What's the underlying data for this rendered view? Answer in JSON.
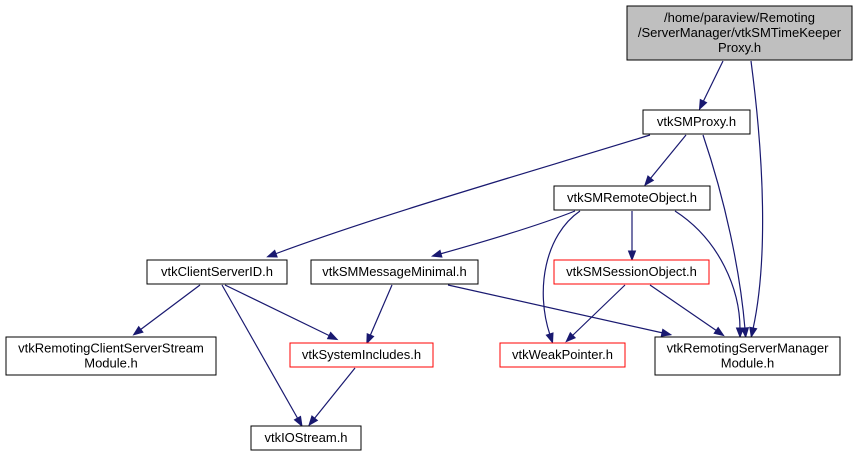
{
  "colors": {
    "edge": "#191970",
    "border_default": "#000000",
    "border_incomplete": "#ff0000",
    "fill_focus": "#bfbfbf",
    "fill_default": "#ffffff"
  },
  "nodes": [
    {
      "id": "timekeeper",
      "lines": [
        "/home/paraview/Remoting",
        "/ServerManager/vtkSMTimeKeeper",
        "Proxy.h"
      ],
      "kind": "focus"
    },
    {
      "id": "smproxy",
      "lines": [
        "vtkSMProxy.h"
      ],
      "kind": "default"
    },
    {
      "id": "remoteobject",
      "lines": [
        "vtkSMRemoteObject.h"
      ],
      "kind": "default"
    },
    {
      "id": "clientserverid",
      "lines": [
        "vtkClientServerID.h"
      ],
      "kind": "default"
    },
    {
      "id": "messageminimal",
      "lines": [
        "vtkSMMessageMinimal.h"
      ],
      "kind": "default"
    },
    {
      "id": "sessionobject",
      "lines": [
        "vtkSMSessionObject.h"
      ],
      "kind": "incomplete"
    },
    {
      "id": "csstreammodule",
      "lines": [
        "vtkRemotingClientServerStream",
        "Module.h"
      ],
      "kind": "default"
    },
    {
      "id": "systemincludes",
      "lines": [
        "vtkSystemIncludes.h"
      ],
      "kind": "incomplete"
    },
    {
      "id": "weakpointer",
      "lines": [
        "vtkWeakPointer.h"
      ],
      "kind": "incomplete"
    },
    {
      "id": "servermanagermodule",
      "lines": [
        "vtkRemotingServerManager",
        "Module.h"
      ],
      "kind": "default"
    },
    {
      "id": "iostream",
      "lines": [
        "vtkIOStream.h"
      ],
      "kind": "default"
    }
  ],
  "edges": [
    {
      "from": "timekeeper",
      "to": "smproxy"
    },
    {
      "from": "timekeeper",
      "to": "servermanagermodule"
    },
    {
      "from": "smproxy",
      "to": "clientserverid"
    },
    {
      "from": "smproxy",
      "to": "remoteobject"
    },
    {
      "from": "smproxy",
      "to": "servermanagermodule"
    },
    {
      "from": "remoteobject",
      "to": "messageminimal"
    },
    {
      "from": "remoteobject",
      "to": "sessionobject"
    },
    {
      "from": "remoteobject",
      "to": "weakpointer"
    },
    {
      "from": "remoteobject",
      "to": "servermanagermodule"
    },
    {
      "from": "clientserverid",
      "to": "csstreammodule"
    },
    {
      "from": "clientserverid",
      "to": "systemincludes"
    },
    {
      "from": "clientserverid",
      "to": "iostream"
    },
    {
      "from": "messageminimal",
      "to": "systemincludes"
    },
    {
      "from": "messageminimal",
      "to": "servermanagermodule"
    },
    {
      "from": "sessionobject",
      "to": "weakpointer"
    },
    {
      "from": "sessionobject",
      "to": "servermanagermodule"
    },
    {
      "from": "systemincludes",
      "to": "iostream"
    }
  ]
}
